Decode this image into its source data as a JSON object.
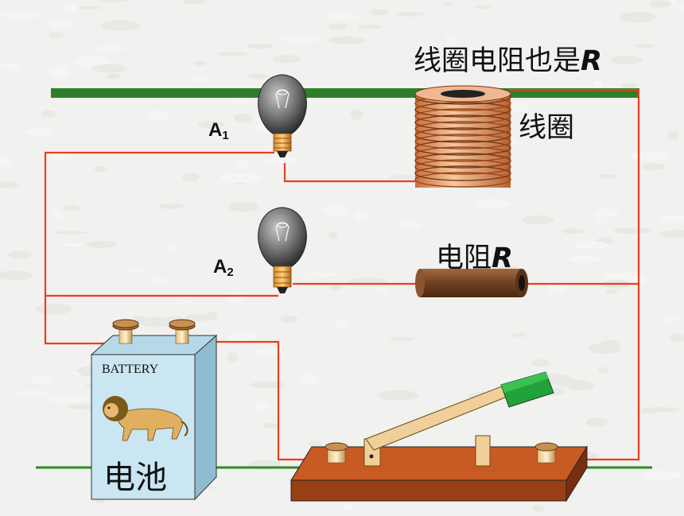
{
  "labels": {
    "coil_resistance_note": "线圈电阻也是",
    "coil_resistance_symbol": "R",
    "coil": "线圈",
    "resistor": "电阻",
    "resistor_symbol": "R",
    "bulb1_letter": "A",
    "bulb1_sub": "1",
    "bulb2_letter": "A",
    "bulb2_sub": "2",
    "battery_brand": "BATTERY",
    "battery": "电池"
  },
  "colors": {
    "wire": "#e8401c",
    "green_rail": "#2f7f2a",
    "coil": "#e8a070",
    "resistor": "#7a4a28",
    "battery_body": "#c9e6f2",
    "switch_base": "#b8501e",
    "switch_handle": "#22a23a"
  }
}
